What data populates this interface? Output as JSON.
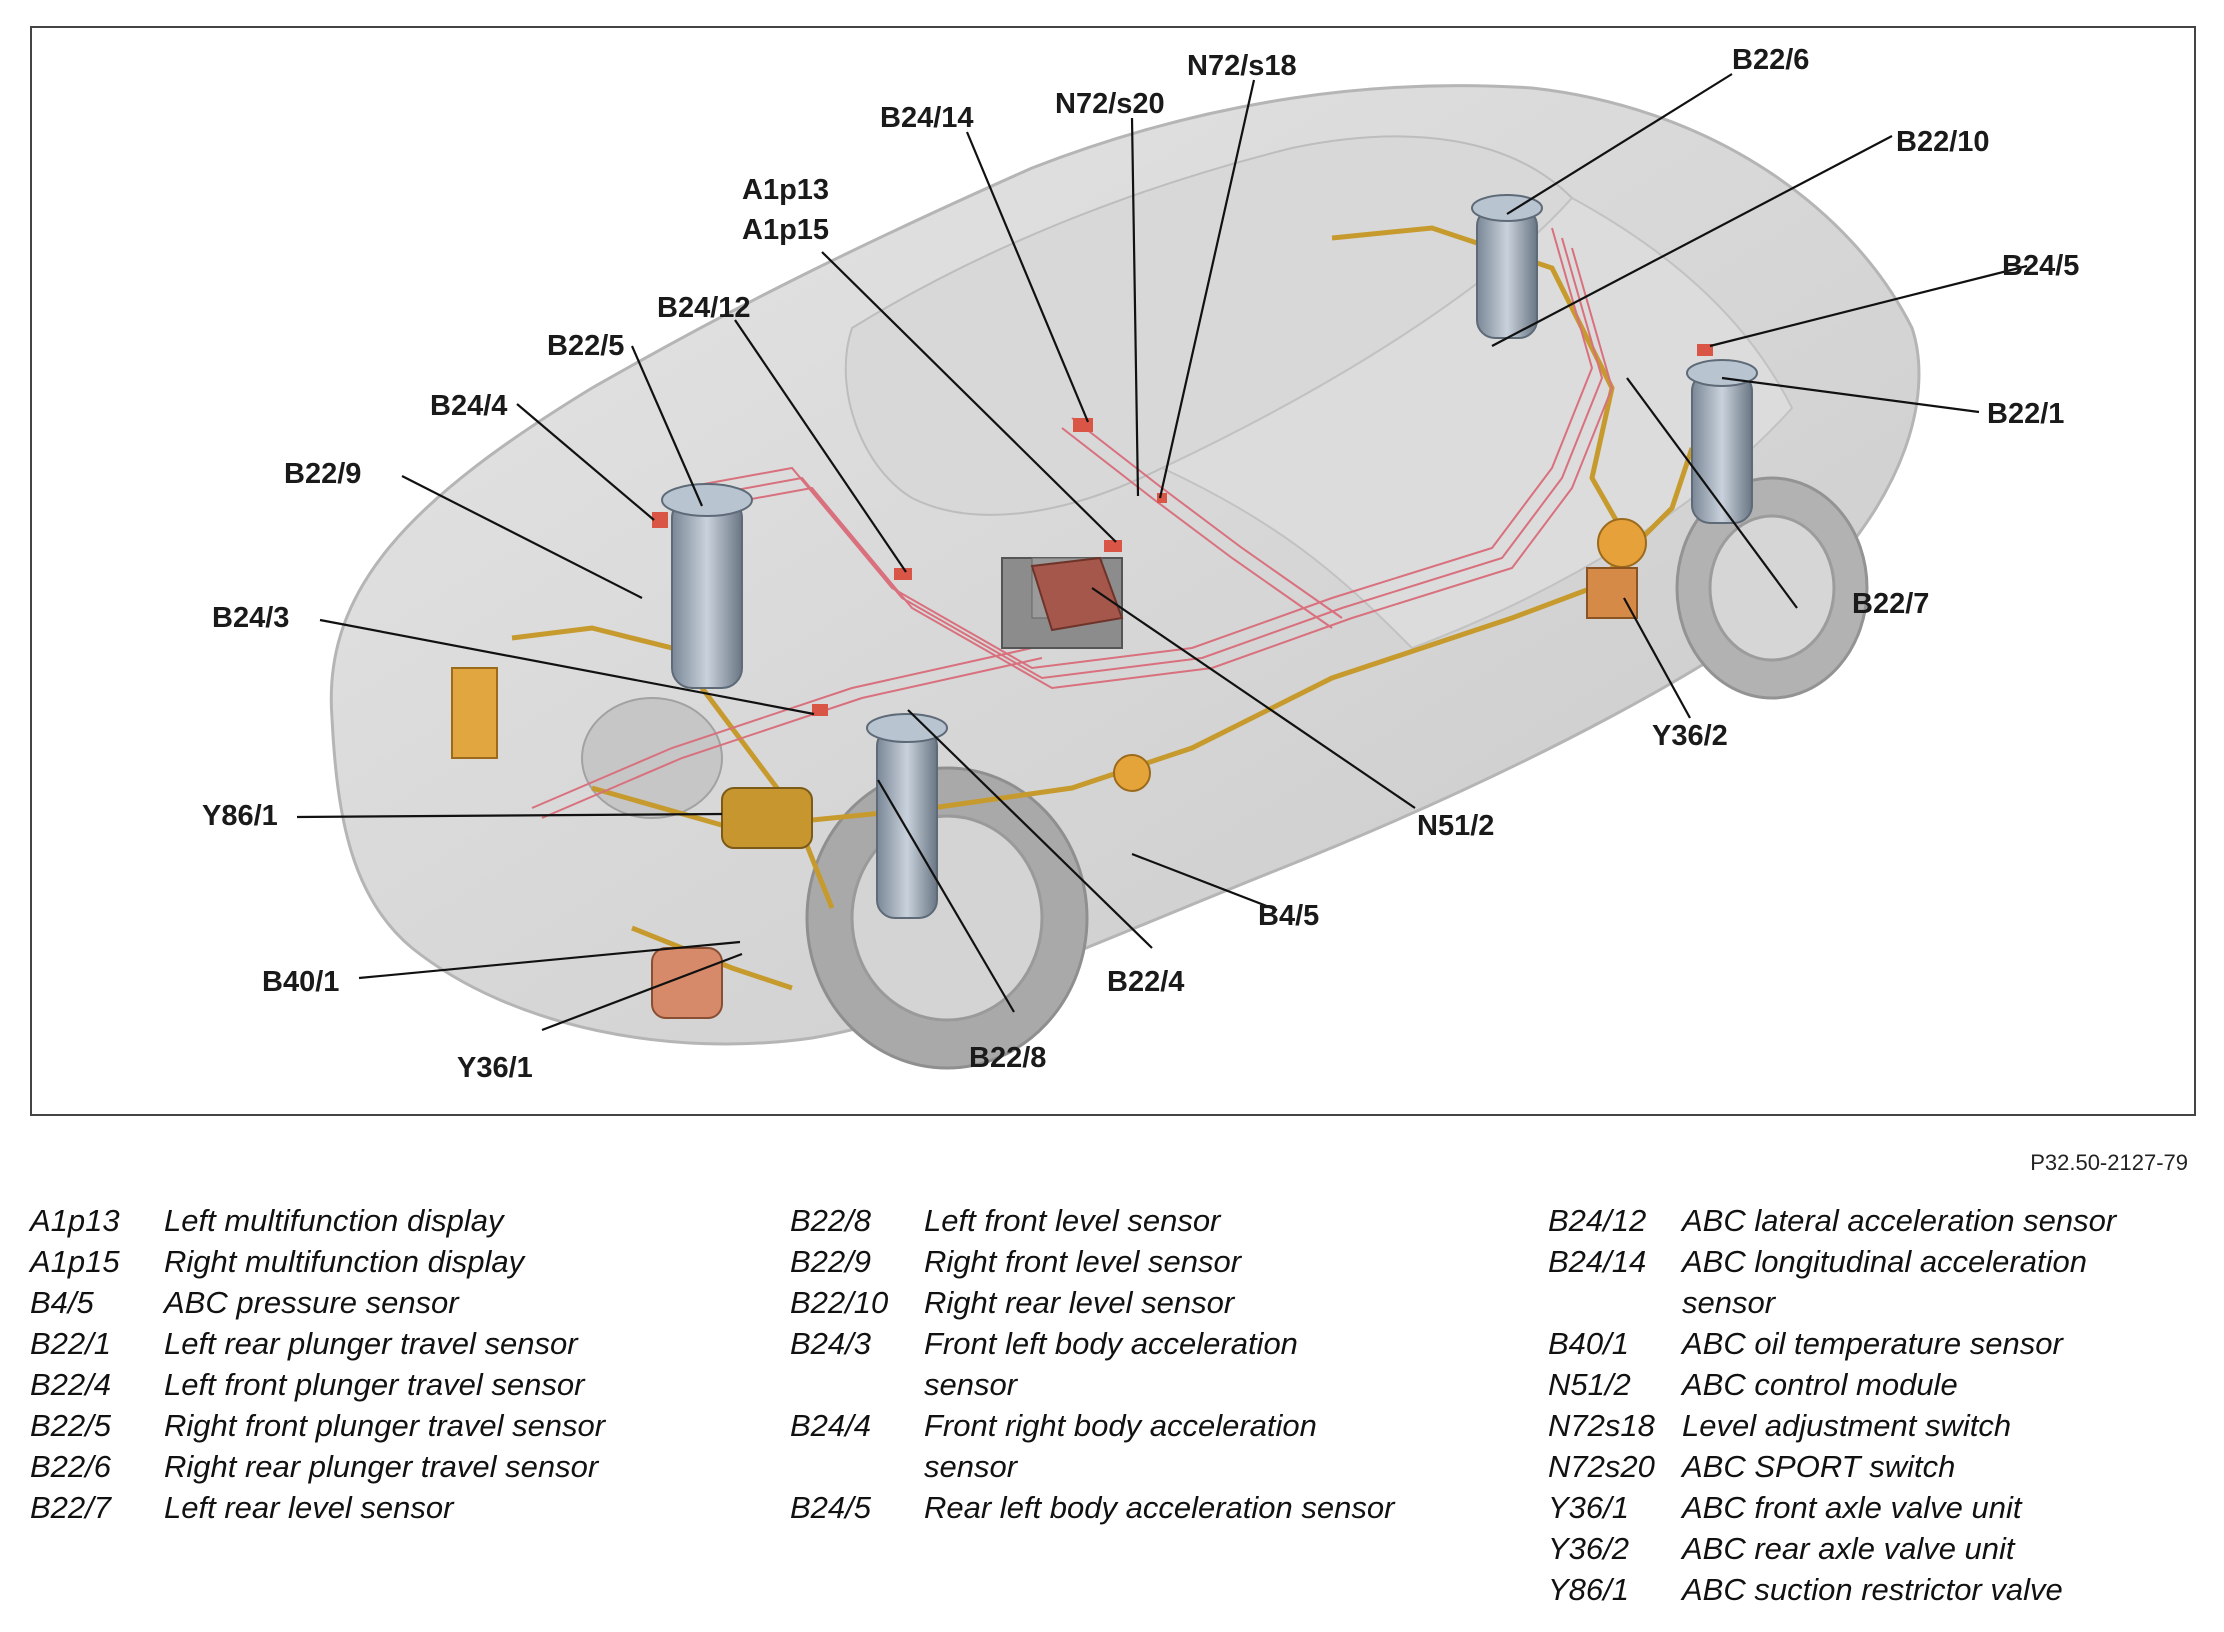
{
  "figure": {
    "code": "P32.50-2127-79",
    "callouts": {
      "B22_6": "B22/6",
      "N72s18": "N72/s18",
      "N72s20": "N72/s20",
      "B24_14": "B24/14",
      "B22_10": "B22/10",
      "A1p13_A1p15": "A1p13\nA1p15",
      "B24_5": "B24/5",
      "B24_12": "B24/12",
      "B22_5": "B22/5",
      "B22_1": "B22/1",
      "B24_4": "B24/4",
      "B22_9": "B22/9",
      "B22_7": "B22/7",
      "B24_3": "B24/3",
      "Y36_2": "Y36/2",
      "Y86_1": "Y86/1",
      "N51_2": "N51/2",
      "B4_5": "B4/5",
      "B40_1": "B40/1",
      "B22_4": "B22/4",
      "Y36_1": "Y36/1",
      "B22_8": "B22/8"
    }
  },
  "legend": {
    "columns": [
      [
        {
          "code": "A1p13",
          "desc": "Left multifunction display"
        },
        {
          "code": "A1p15",
          "desc": "Right multifunction display"
        },
        {
          "code": "B4/5",
          "desc": "ABC pressure sensor"
        },
        {
          "code": "B22/1",
          "desc": "Left rear plunger travel sensor"
        },
        {
          "code": "B22/4",
          "desc": "Left front plunger travel sensor"
        },
        {
          "code": "B22/5",
          "desc": "Right front plunger travel sensor"
        },
        {
          "code": "B22/6",
          "desc": "Right rear plunger travel sensor"
        },
        {
          "code": "B22/7",
          "desc": "Left rear level sensor"
        }
      ],
      [
        {
          "code": "B22/8",
          "desc": "Left front level sensor"
        },
        {
          "code": "B22/9",
          "desc": "Right front level sensor"
        },
        {
          "code": "B22/10",
          "desc": "Right rear level sensor"
        },
        {
          "code": "B24/3",
          "desc": "Front left body acceleration\nsensor"
        },
        {
          "code": "B24/4",
          "desc": "Front right body acceleration\nsensor"
        },
        {
          "code": "B24/5",
          "desc": "Rear left body acceleration sensor"
        }
      ],
      [
        {
          "code": "B24/12",
          "desc": "ABC lateral acceleration sensor"
        },
        {
          "code": "B24/14",
          "desc": "ABC longitudinal acceleration\nsensor"
        },
        {
          "code": "B40/1",
          "desc": "ABC oil temperature sensor"
        },
        {
          "code": "N51/2",
          "desc": "ABC control module"
        },
        {
          "code": "N72s18",
          "desc": "Level adjustment switch"
        },
        {
          "code": "N72s20",
          "desc": "ABC SPORT switch"
        },
        {
          "code": "Y36/1",
          "desc": "ABC front axle valve unit"
        },
        {
          "code": "Y36/2",
          "desc": "ABC rear axle valve unit"
        },
        {
          "code": "Y86/1",
          "desc": "ABC suction restrictor valve"
        }
      ]
    ]
  }
}
